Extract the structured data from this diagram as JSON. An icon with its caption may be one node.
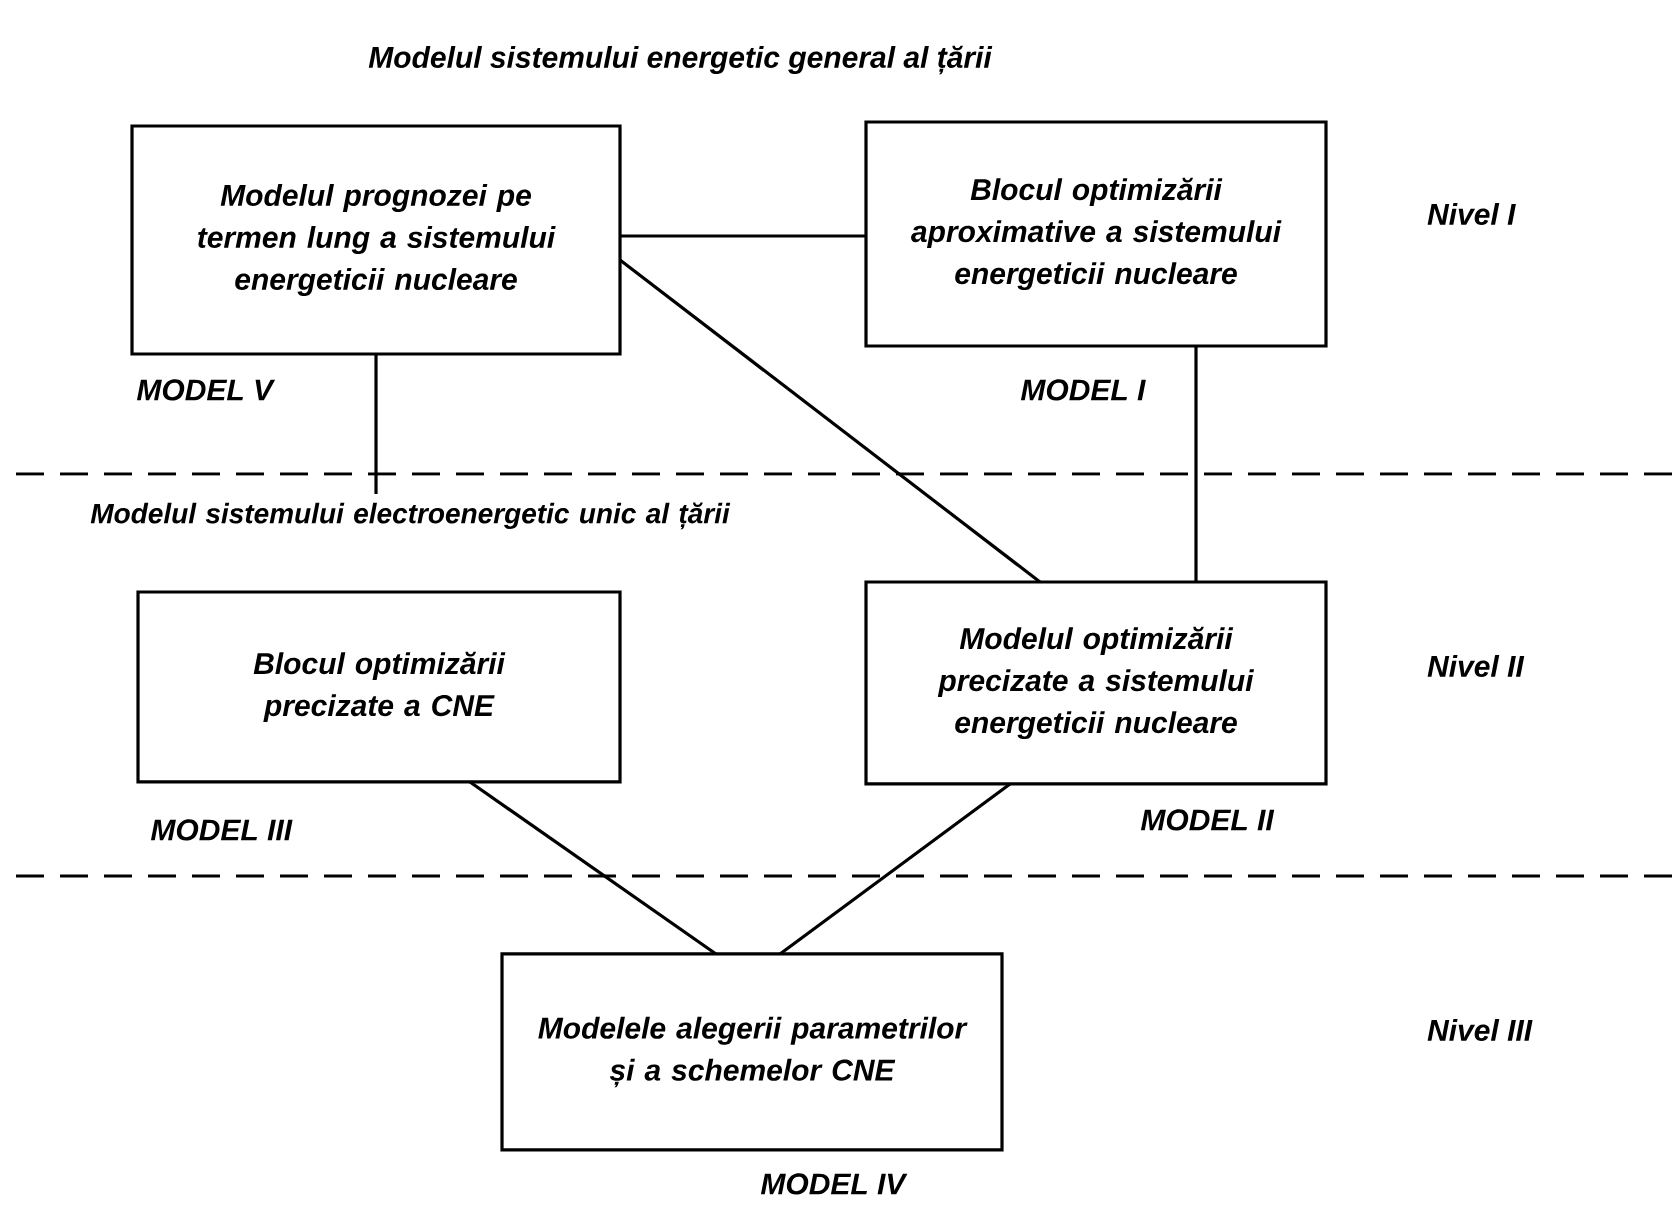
{
  "diagram": {
    "title": "Modelul sistemului energetic general al țării",
    "nodes": [
      {
        "text": [
          "Modelul prognozei pe termen lung a sistemului energeticii nucleare"
        ],
        "beside": [
          "MODEL V"
        ]
      },
      {
        "text": [
          "Blocul optimizării aproximative a sistemului energeticii nucleare"
        ],
        "beside": [
          "MODEL I"
        ]
      },
      {
        "text": [
          "Modelul sistemului electroenergetic unic al țării",
          "Blocul optimizării precizate a CNE"
        ],
        "beside": [
          "MODEL III"
        ]
      },
      {
        "text": [
          "Modelul optimizării precizate a sistemului energeticii nucleare"
        ],
        "beside": [
          "MODEL II"
        ]
      },
      {
        "text": [
          "Modelele alegerii parametrilor și a schemelor CNE"
        ],
        "beside": [
          "MODEL IV"
        ]
      }
    ],
    "edges": [
      {
        "from": 0,
        "to": 1,
        "arrow": "none"
      },
      {
        "from": 0,
        "to": 3,
        "arrow": "none"
      },
      {
        "from": 1,
        "to": 3,
        "arrow": "none"
      },
      {
        "from": 0,
        "to": 2,
        "arrow": "none"
      },
      {
        "from": 2,
        "to": 4,
        "arrow": "none"
      },
      {
        "from": 3,
        "to": 4,
        "arrow": "none"
      }
    ],
    "labels": [
      "Nivel I",
      "Nivel II",
      "Nivel III"
    ]
  }
}
